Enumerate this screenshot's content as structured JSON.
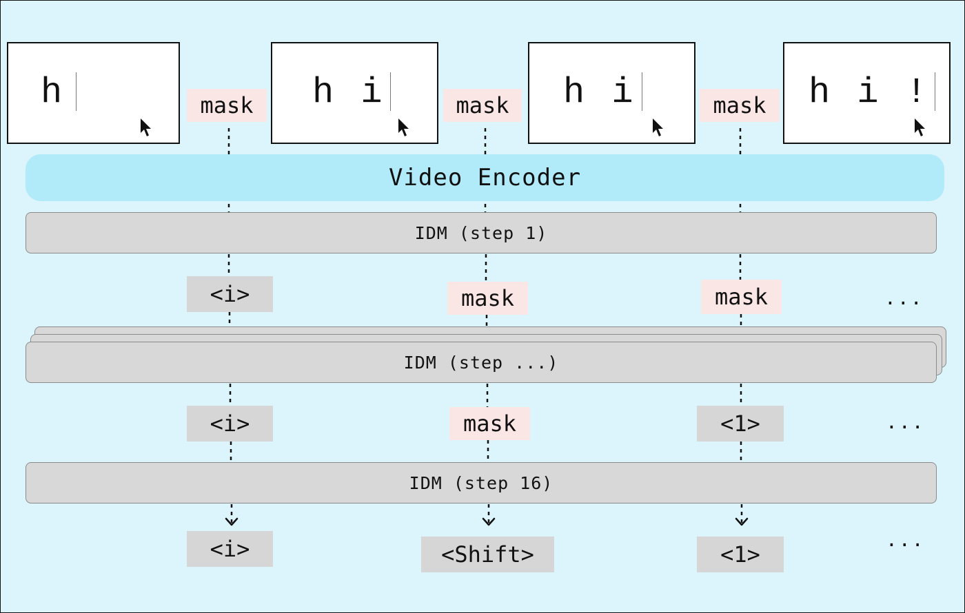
{
  "frames": [
    {
      "text": "h"
    },
    {
      "text": "h i"
    },
    {
      "text": "h i"
    },
    {
      "text": "h i !"
    }
  ],
  "encoder_label": "Video Encoder",
  "top_masks": [
    "mask",
    "mask",
    "mask"
  ],
  "idm_steps": [
    "IDM (step 1)",
    "IDM (step ...)",
    "IDM (step 16)"
  ],
  "row_after_step1": [
    "<i>",
    "mask",
    "mask"
  ],
  "row_after_stepN": [
    "<i>",
    "mask",
    "<1>"
  ],
  "final_row": [
    "<i>",
    "<Shift>",
    "<1>"
  ],
  "ellipsis": "...",
  "colors": {
    "background": "#dcf4fb",
    "frame_fill": "#ffffff",
    "encoder_fill": "#b1ebfa",
    "idm_fill": "#d8d8d8",
    "mask_fill": "#fbe6e6",
    "token_fill": "#d6d6d6"
  },
  "icons": [
    "mouse-pointer-icon",
    "arrow-down-icon"
  ]
}
